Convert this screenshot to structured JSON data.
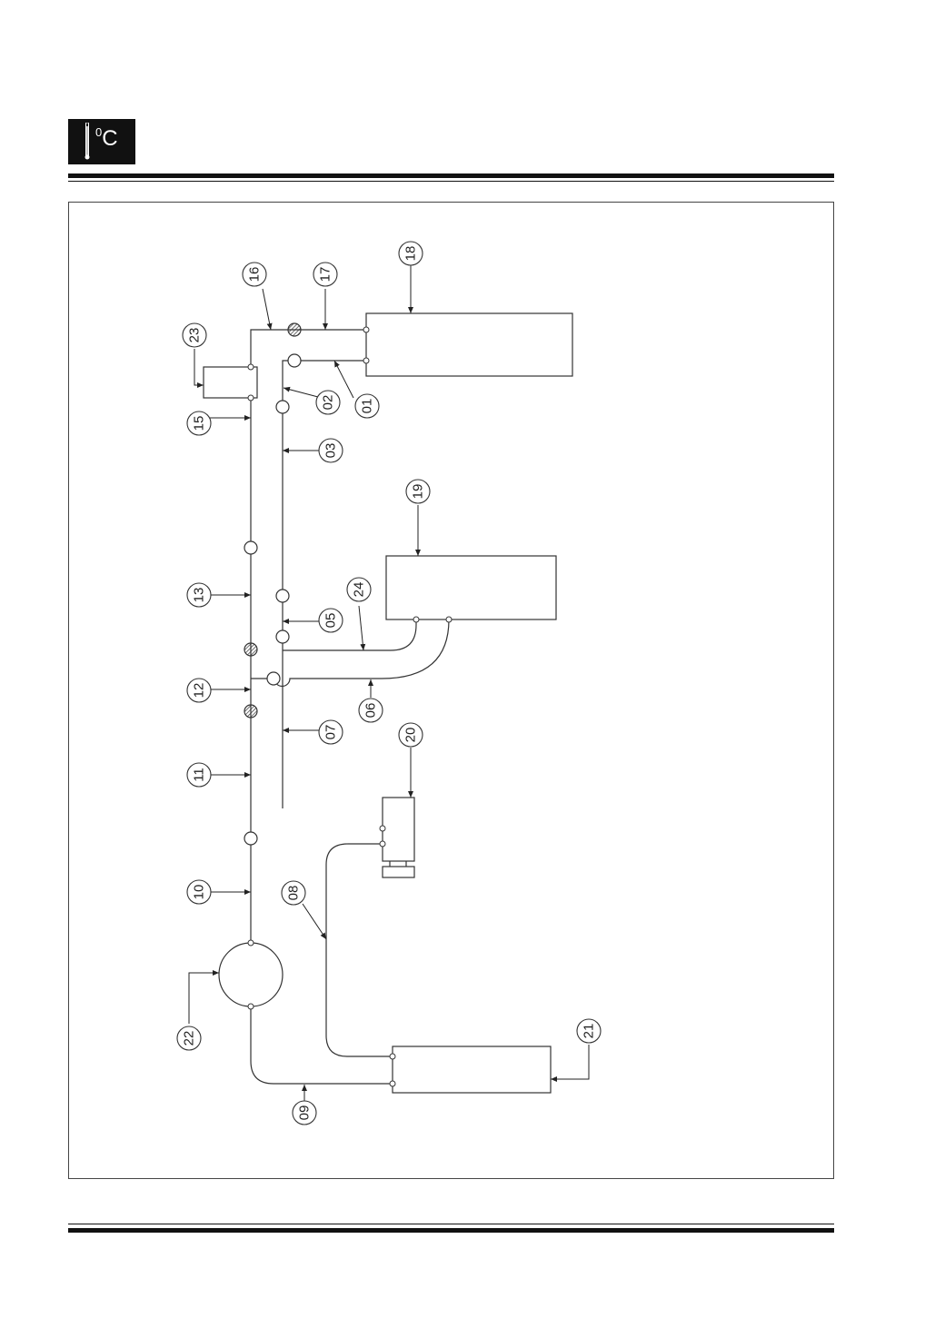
{
  "header": {
    "unit_label": "°C",
    "unit_degree": "0",
    "unit_letter": "C"
  },
  "colors": {
    "ink": "#111111",
    "line": "#333333",
    "hatch": "#555555"
  },
  "components": [
    {
      "id": "18",
      "icon": "large-box"
    },
    {
      "id": "19",
      "icon": "large-box"
    },
    {
      "id": "20",
      "icon": "small-valve-box"
    },
    {
      "id": "21",
      "icon": "large-box"
    },
    {
      "id": "22",
      "icon": "round-tank"
    },
    {
      "id": "23",
      "icon": "small-box"
    }
  ],
  "callouts": [
    "01",
    "02",
    "03",
    "05",
    "06",
    "07",
    "08",
    "09",
    "10",
    "11",
    "12",
    "13",
    "15",
    "16",
    "17",
    "18",
    "19",
    "20",
    "21",
    "22",
    "23",
    "24"
  ]
}
